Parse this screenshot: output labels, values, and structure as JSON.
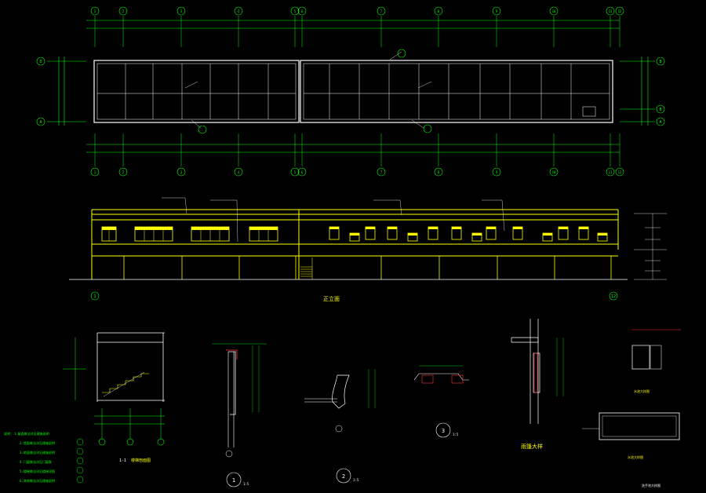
{
  "colors": {
    "background": "#000000",
    "green": "#00ff00",
    "white": "#ffffff",
    "yellow": "#ffff00",
    "cyan": "#00ffff",
    "red": "#ff3030"
  },
  "grid_axes": {
    "top_labels": [
      "1",
      "2",
      "3",
      "4",
      "5",
      "6",
      "7",
      "8",
      "9",
      "10",
      "11",
      "12"
    ],
    "side_left": [
      "D",
      "A"
    ],
    "side_right": [
      "B",
      "A"
    ]
  },
  "elevation": {
    "left_axis": "1",
    "right_axis": "12",
    "title": "正立面"
  },
  "details": {
    "stair_title": "楼梯剖面图",
    "stair_number": "1-1",
    "door_title": "雨篷大样",
    "sink_title": "水池大样图",
    "bottom_right_note": "洗手池大样图",
    "circle_1": "1",
    "circle_2": "2",
    "circle_3": "3",
    "scale_1": "1:5",
    "scale_2": "1:5",
    "scale_3": "1:5"
  },
  "notes": [
    "说明: 1.屋面做法详见建施说明",
    "2.墙面做法详见建施说明",
    "3.地面做法详见建施说明",
    "4.门窗做法详见门窗表",
    "5.楼梯做法详见楼梯详图",
    "6.其他做法详见建施说明"
  ]
}
